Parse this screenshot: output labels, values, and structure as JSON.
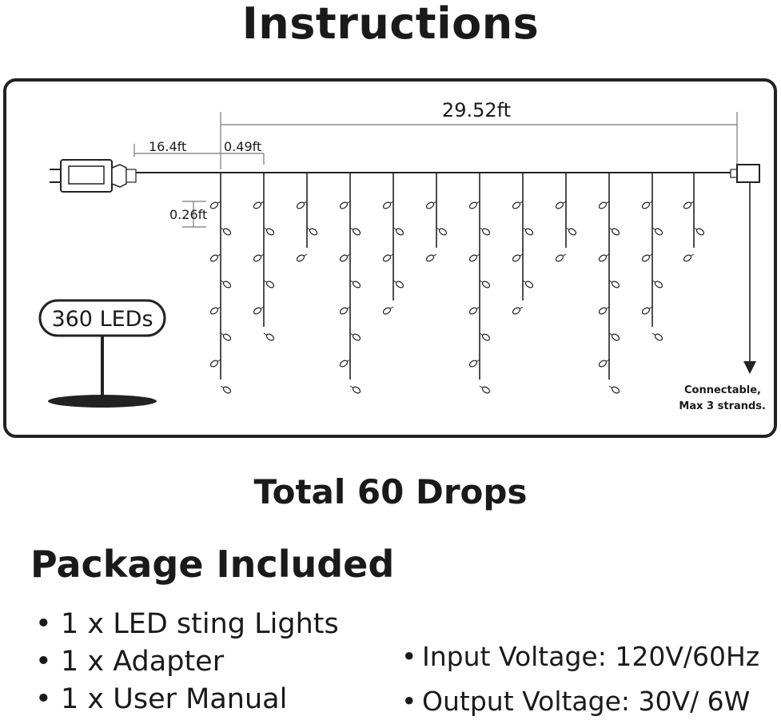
{
  "title": "Instructions",
  "diagram": {
    "total_length": "29.52ft",
    "lead_length": "16.4ft",
    "drop_spacing": "0.49ft",
    "led_spacing": "0.26ft",
    "led_count_badge": "360 LEDs",
    "connectable_line1": "Connectable,",
    "connectable_line2": "Max 3 strands.",
    "icons": [
      "plug-icon",
      "adapter-icon",
      "end-connector-icon",
      "led-bulb-icon"
    ]
  },
  "drops_label": "Total 60 Drops",
  "package": {
    "title": "Package Included",
    "items": [
      "1 x LED sting Lights",
      "1 x Adapter",
      "1 x User Manual"
    ]
  },
  "specs": [
    "Input Voltage: 120V/60Hz",
    "Output Voltage: 30V/ 6W"
  ],
  "colors": {
    "ink": "#1a1a1a",
    "frame": "#222222",
    "dim_line": "#666666"
  }
}
